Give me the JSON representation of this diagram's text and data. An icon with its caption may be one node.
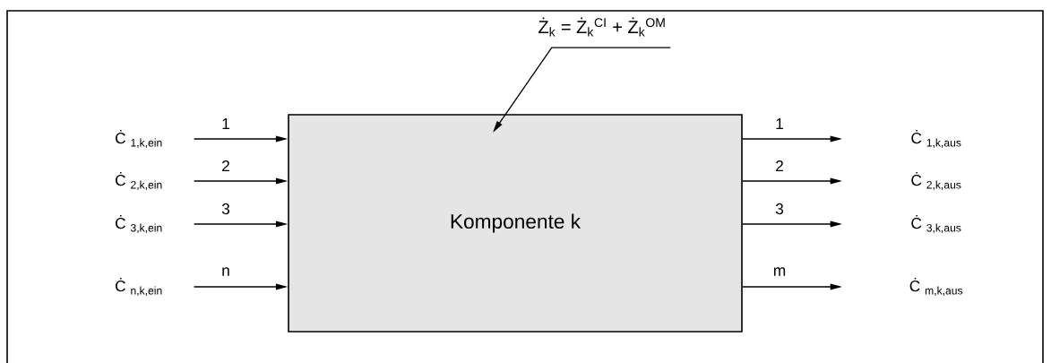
{
  "diagram": {
    "nodes": [
      {
        "text": [
          "Komponente k"
        ]
      },
      {
        "text": [
          "Ċ $_{1,k,ein}$"
        ]
      },
      {
        "text": [
          "Ċ $_{2,k,ein}$"
        ]
      },
      {
        "text": [
          "Ċ $_{3,k,ein}$"
        ]
      },
      {
        "text": [
          "Ċ $_{n,k,ein}$"
        ]
      },
      {
        "text": [
          "Ċ $_{1,k,aus}$"
        ]
      },
      {
        "text": [
          "Ċ $_{2,k,aus}$"
        ]
      },
      {
        "text": [
          "Ċ $_{3,k,aus}$"
        ]
      },
      {
        "text": [
          "Ċ $_{m,k,aus}$"
        ]
      },
      {
        "text": [
          "Ż$_{k}$ = Ż$_{k}$$^{CI}$ + Ż$_{k}$$^{OM}$"
        ]
      }
    ],
    "edges": [
      {
        "from": 1,
        "to": 0,
        "arrow": "to",
        "label": "1"
      },
      {
        "from": 2,
        "to": 0,
        "arrow": "to",
        "label": "2"
      },
      {
        "from": 3,
        "to": 0,
        "arrow": "to",
        "label": "3"
      },
      {
        "from": 4,
        "to": 0,
        "arrow": "to",
        "label": "n"
      },
      {
        "from": 0,
        "to": 5,
        "arrow": "to",
        "label": "1"
      },
      {
        "from": 0,
        "to": 6,
        "arrow": "to",
        "label": "2"
      },
      {
        "from": 0,
        "to": 7,
        "arrow": "to",
        "label": "3"
      },
      {
        "from": 0,
        "to": 8,
        "arrow": "to",
        "label": "m"
      },
      {
        "from": 9,
        "to": 0,
        "arrow": "to"
      }
    ]
  }
}
